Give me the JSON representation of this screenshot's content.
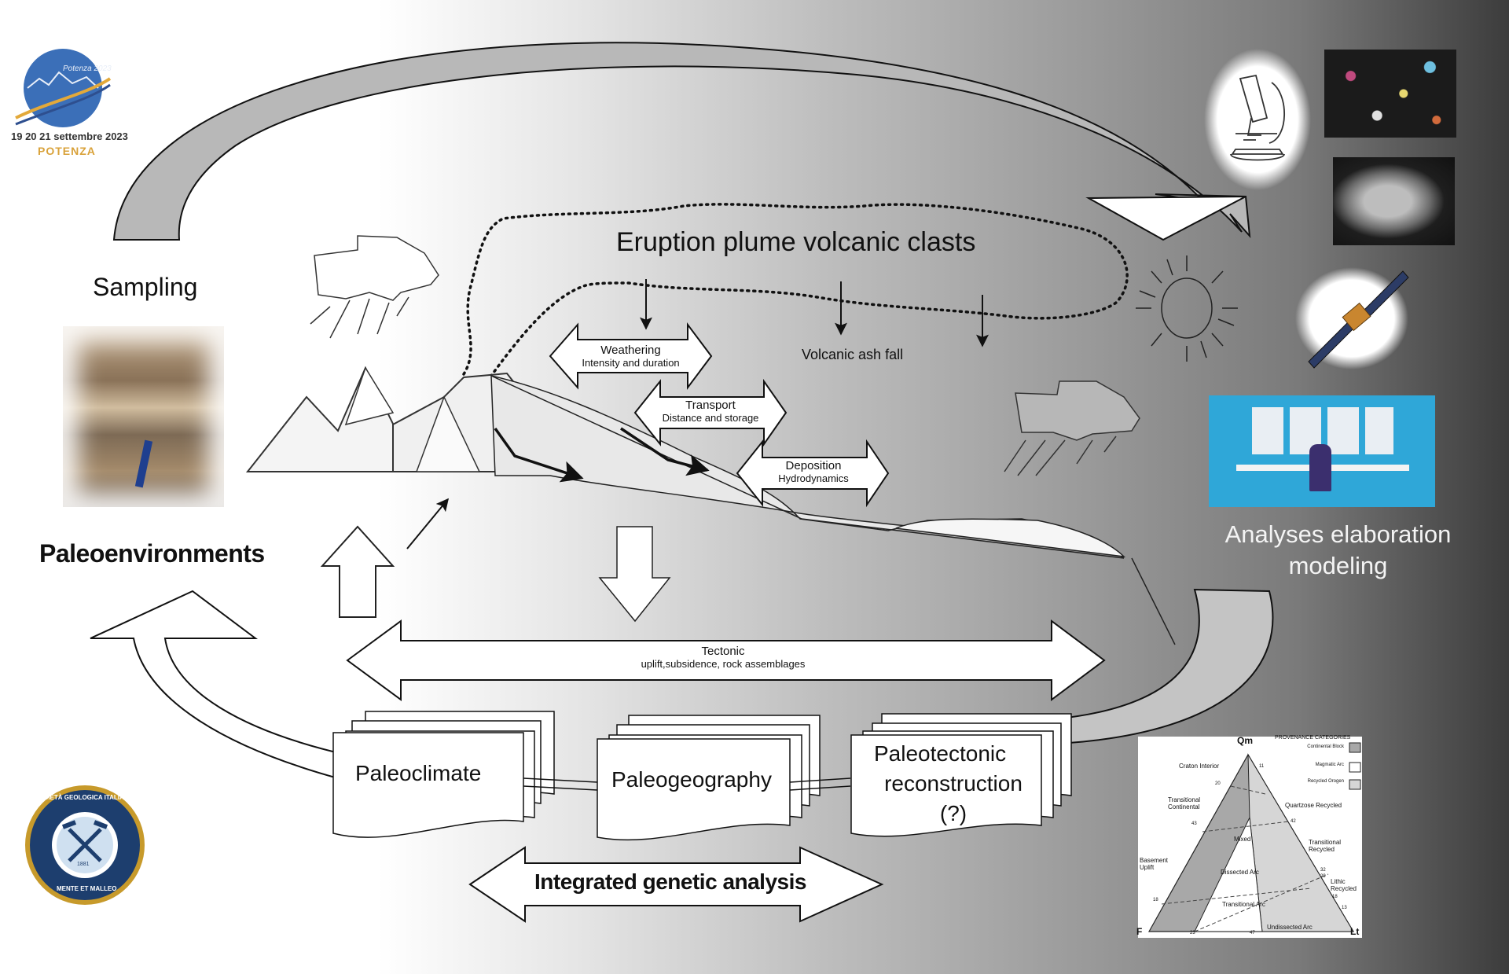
{
  "logo_event": {
    "script_text": "Potenza 2023",
    "dates": "19 20 21 settembre 2023",
    "city": "POTENZA"
  },
  "logo_society": {
    "ring_text": "SOCIETÀ GEOLOGICA ITALIANA",
    "motto": "MENTE ET MALLEO",
    "year": "1881"
  },
  "labels": {
    "sampling": "Sampling",
    "paleoenvironments": "Paleoenvironments",
    "eruption_plume": "Eruption plume volcanic clasts",
    "volcanic_ash_fall": "Volcanic ash fall",
    "analyses_line1": "Analyses elaboration",
    "analyses_line2": "modeling",
    "integrated": "Integrated genetic analysis"
  },
  "process_arrows": {
    "weathering": {
      "title": "Weathering",
      "subtitle": "Intensity and duration"
    },
    "transport": {
      "title": "Transport",
      "subtitle": "Distance and storage"
    },
    "deposition": {
      "title": "Deposition",
      "subtitle": "Hydrodynamics"
    },
    "tectonic": {
      "title": "Tectonic",
      "subtitle": "uplift,subsidence, rock assemblages"
    }
  },
  "documents": {
    "paleoclimate": "Paleoclimate",
    "paleogeography": "Paleogeography",
    "paleotectonic_line1": "Paleotectonic",
    "paleotectonic_line2": "reconstruction",
    "paleotectonic_line3": "(?)"
  },
  "ternary": {
    "apex_top": "Qm",
    "apex_left": "F",
    "apex_right": "Lt",
    "legend_title": "PROVENANCE CATEGORIES",
    "legend_items": [
      "Continental Block",
      "Magmatic Arc",
      "Recycled Orogen"
    ],
    "legend_colors": [
      "#a8a8a8",
      "#ffffff",
      "#d6d6d6"
    ],
    "fields": {
      "craton": "Craton Interior",
      "transitional_continental": "Transitional Continental",
      "basement_uplift": "Basement Uplift",
      "quartzose_recycled": "Quartzose Recycled",
      "mixed": "Mixed",
      "transitional_recycled": "Transitional Recycled",
      "dissected_arc": "Dissected Arc",
      "lithic_recycled": "Lithic Recycled",
      "transitional_arc": "Transitional Arc",
      "undissected_arc": "Undissected Arc"
    },
    "ticks": {
      "t11": "11",
      "t20": "20",
      "t43": "43",
      "t18": "18",
      "t23": "23",
      "t47": "47",
      "t42": "42",
      "t32": "32",
      "t29": "29",
      "t18b": "18",
      "t13": "13"
    }
  },
  "icons": [
    "microscope-icon",
    "sun-icon",
    "cloud-rain-icon",
    "satellite-icon",
    "hammer-icon"
  ]
}
